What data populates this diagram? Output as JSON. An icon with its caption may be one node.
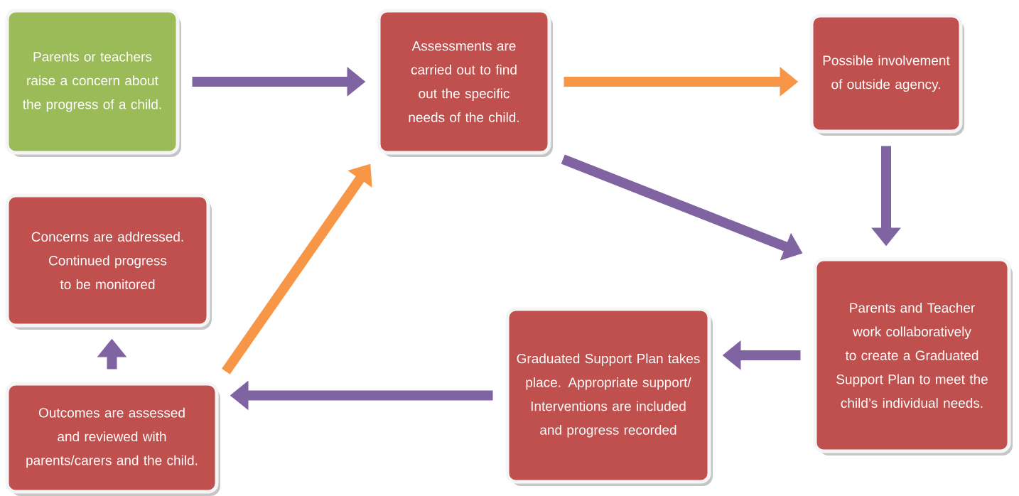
{
  "diagram": {
    "nodes": [
      {
        "text": [
          "Parents or teachers raise a concern about the progress of a child."
        ]
      },
      {
        "text": [
          "Assessments are carried out to find out the specific needs of the child."
        ]
      },
      {
        "text": [
          "Possible involvement of outside agency."
        ]
      },
      {
        "text": [
          "Parents and Teacher work collaboratively to create a Graduated Support Plan to meet the child’s individual needs."
        ]
      },
      {
        "text": [
          "Graduated Support Plan takes place. Appropriate support/ Interventions are included and progress recorded"
        ]
      },
      {
        "text": [
          "Outcomes are assessed and reviewed with parents/carers and the child."
        ]
      },
      {
        "text": [
          "Concerns are addressed. Continued progress to be monitored"
        ]
      }
    ],
    "edges": [
      {
        "from": 0,
        "to": 1,
        "arrow": "to"
      },
      {
        "from": 1,
        "to": 2,
        "arrow": "to",
        "color": "#f79646"
      },
      {
        "from": 2,
        "to": 3,
        "arrow": "to"
      },
      {
        "from": 1,
        "to": 3,
        "arrow": "to"
      },
      {
        "from": 3,
        "to": 4,
        "arrow": "to"
      },
      {
        "from": 4,
        "to": 5,
        "arrow": "to"
      },
      {
        "from": 5,
        "to": 6,
        "arrow": "to"
      },
      {
        "from": 5,
        "to": 1,
        "arrow": "to",
        "color": "#f79646"
      }
    ]
  }
}
